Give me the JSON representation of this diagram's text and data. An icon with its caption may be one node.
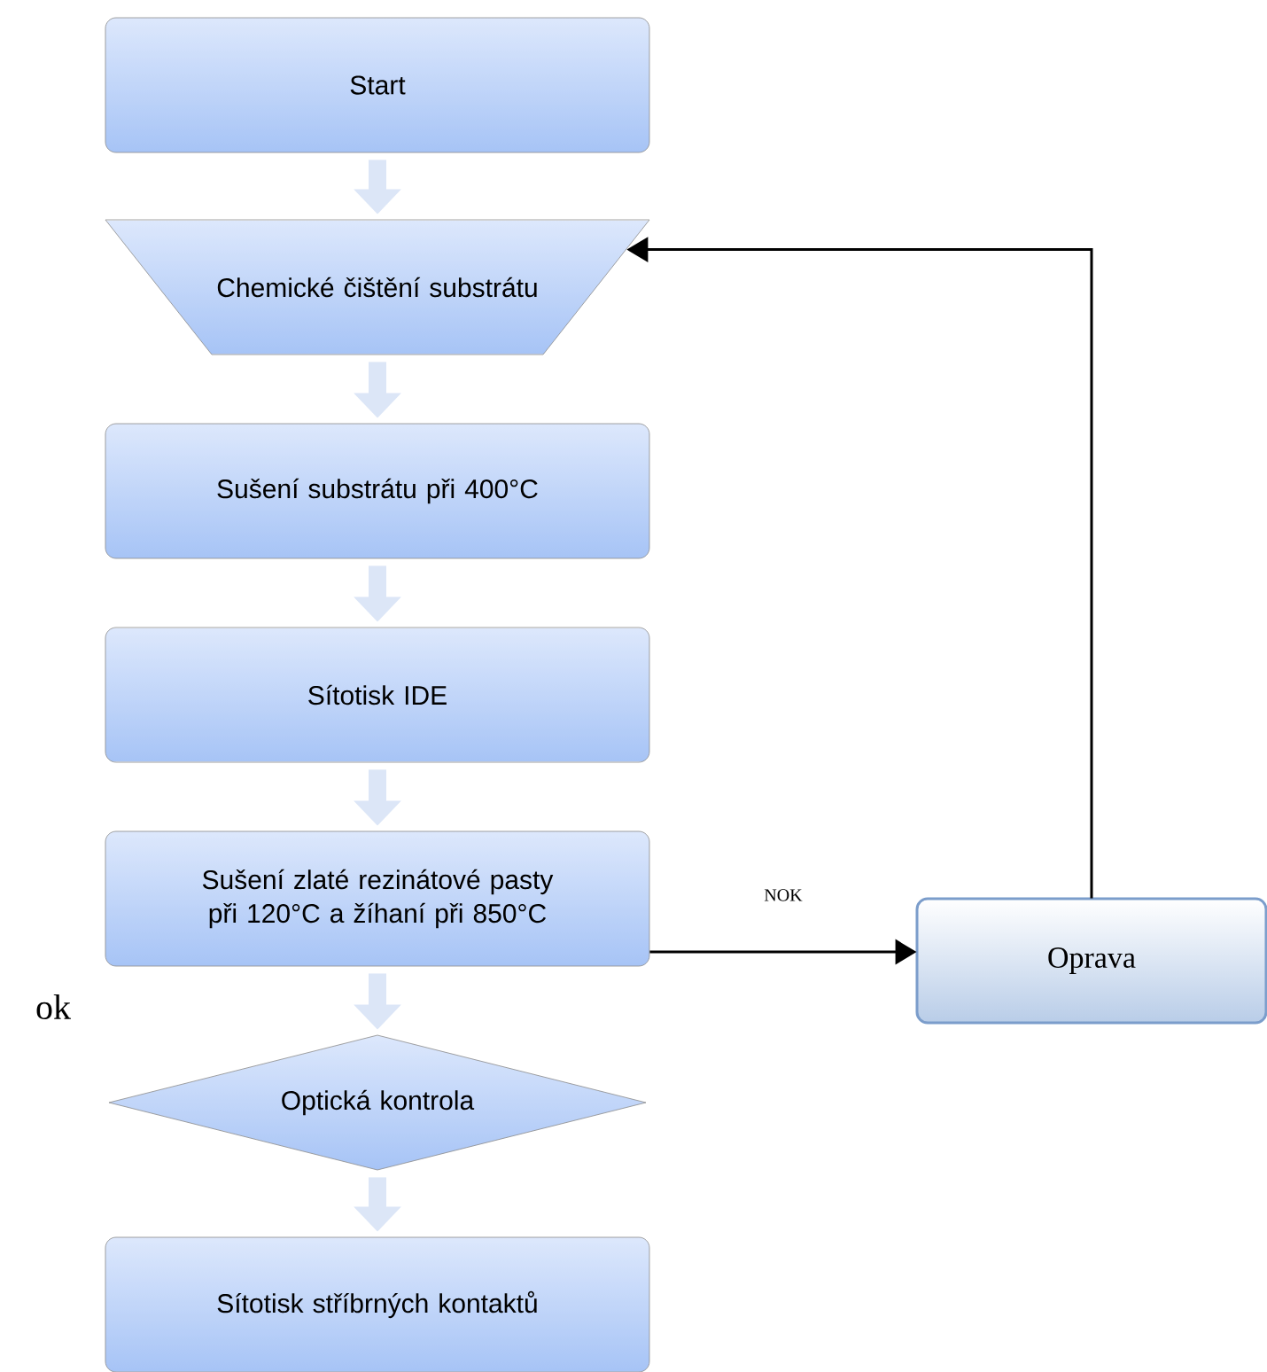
{
  "diagram": {
    "nodes": [
      {
        "text": [
          "Start"
        ]
      },
      {
        "text": [
          "Chemické čištění substrátu"
        ]
      },
      {
        "text": [
          "Sušení substrátu při 400°C"
        ]
      },
      {
        "text": [
          "Sítotisk IDE"
        ]
      },
      {
        "text": [
          "Sušení zlaté rezinátové pasty při 120°C a žíhaní při 850°C"
        ]
      },
      {
        "text": [
          "Optická kontrola"
        ]
      },
      {
        "text": [
          "Sítotisk stříbrných kontaktů"
        ]
      },
      {
        "text": [
          "Oprava"
        ]
      }
    ],
    "edges": [
      {
        "from": 0,
        "to": 1,
        "arrow": "to"
      },
      {
        "from": 1,
        "to": 2,
        "arrow": "to"
      },
      {
        "from": 2,
        "to": 3,
        "arrow": "to"
      },
      {
        "from": 3,
        "to": 4,
        "arrow": "to"
      },
      {
        "from": 4,
        "to": 5,
        "arrow": "to"
      },
      {
        "from": 5,
        "to": 6,
        "arrow": "to"
      },
      {
        "from": 4,
        "to": 7,
        "arrow": "to",
        "label": "NOK",
        "color": "#000000"
      },
      {
        "from": 7,
        "to": 1,
        "arrow": "to",
        "color": "#000000"
      }
    ],
    "labels": [
      "ok"
    ]
  }
}
